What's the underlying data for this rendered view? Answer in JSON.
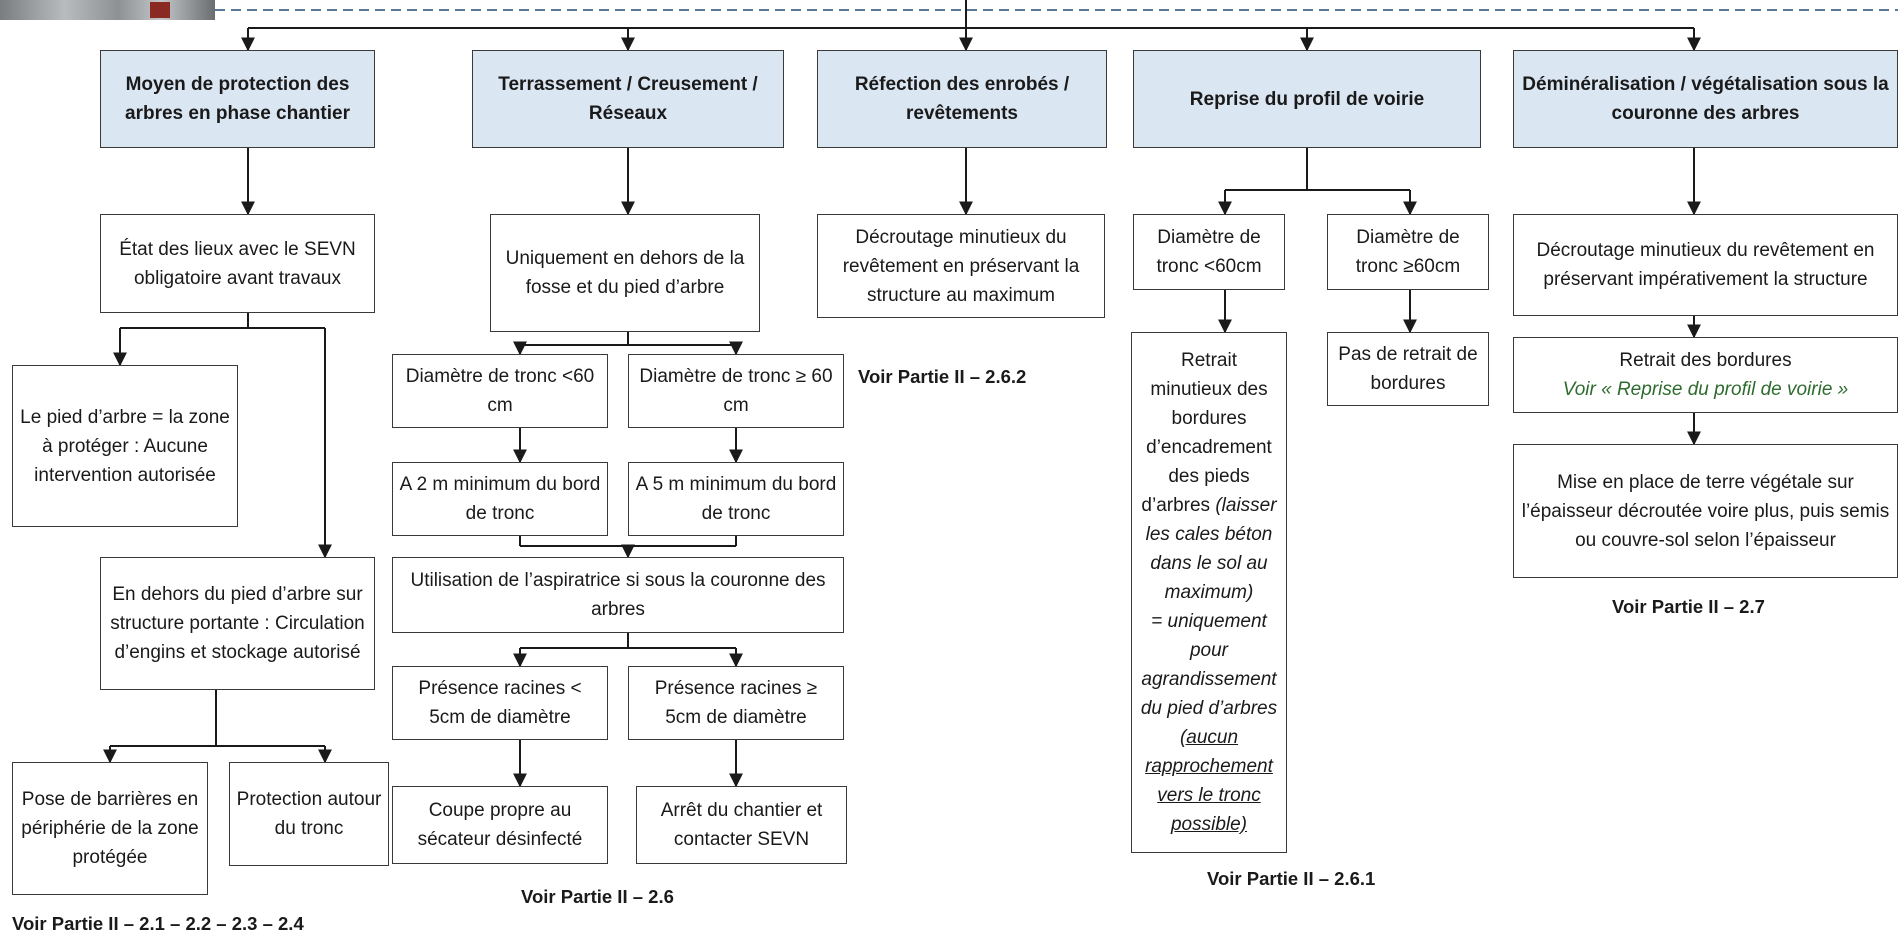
{
  "categories": [
    {
      "title": "Moyen de protection des arbres en phase chantier"
    },
    {
      "title": "Terrassement / Creusement / Réseaux"
    },
    {
      "title": "Réfection des enrobés / revêtements"
    },
    {
      "title": "Reprise du profil de voirie"
    },
    {
      "title": "Déminéralisation / végétalisation sous la couronne des arbres"
    }
  ],
  "col1": {
    "etat": "État des lieux avec le SEVN obligatoire avant travaux",
    "pied": "Le pied d’arbre = la zone à protéger : Aucune intervention autorisée",
    "dehors": "En dehors du pied d’arbre sur structure portante : Circulation d’engins et stockage autorisé",
    "pose": "Pose de barrières en périphérie de la zone protégée",
    "protection": "Protection autour du tronc",
    "ref": "Voir Partie II – 2.1 – 2.2 – 2.3 – 2.4"
  },
  "col2": {
    "uniquement": "Uniquement en dehors de la fosse et du pied d’arbre",
    "diam_small": "Diamètre de tronc <60 cm",
    "diam_large": "Diamètre de tronc ≥ 60 cm",
    "dist_small": "A 2 m minimum du bord de tronc",
    "dist_large": "A 5 m minimum du bord de tronc",
    "aspiratrice": "Utilisation de l’aspiratrice si sous la couronne des arbres",
    "racines_small": "Présence racines < 5cm de diamètre",
    "racines_large": "Présence racines ≥ 5cm de diamètre",
    "coupe": "Coupe propre au sécateur désinfecté",
    "arret": "Arrêt du chantier et contacter SEVN",
    "ref": "Voir Partie II – 2.6"
  },
  "col3": {
    "decroutage": "Décroutage minutieux du revêtement en préservant la structure au maximum",
    "ref": "Voir Partie II – 2.6.2"
  },
  "col4": {
    "diam_small": "Diamètre de tronc <60cm",
    "diam_large": "Diamètre de tronc ≥60cm",
    "retrait_a": "Retrait minutieux des bordures d’encadrement des pieds d’arbres",
    "retrait_b": "(laisser les cales béton dans le sol au maximum)",
    "retrait_c": "= uniquement pour agrandissement du pied d’arbres",
    "retrait_d": "(aucun rapprochement vers le tronc possible)",
    "pas_retrait": "Pas de retrait de bordures",
    "ref": "Voir Partie II – 2.6.1"
  },
  "col5": {
    "decroutage": "Décroutage minutieux du revêtement en préservant impérativement la structure",
    "retrait": "Retrait des bordures",
    "retrait_link": "Voir « Reprise du profil de voirie »",
    "terre": "Mise en place de terre végétale sur l’épaisseur décroutée voire plus, puis semis ou couvre-sol selon l’épaisseur",
    "ref": "Voir Partie II – 2.7"
  },
  "colors": {
    "header_fill": "#dbe6f3",
    "border": "#3a3a3a",
    "link_green": "#2e6b2e",
    "dashed_line": "#5a7a9a"
  }
}
